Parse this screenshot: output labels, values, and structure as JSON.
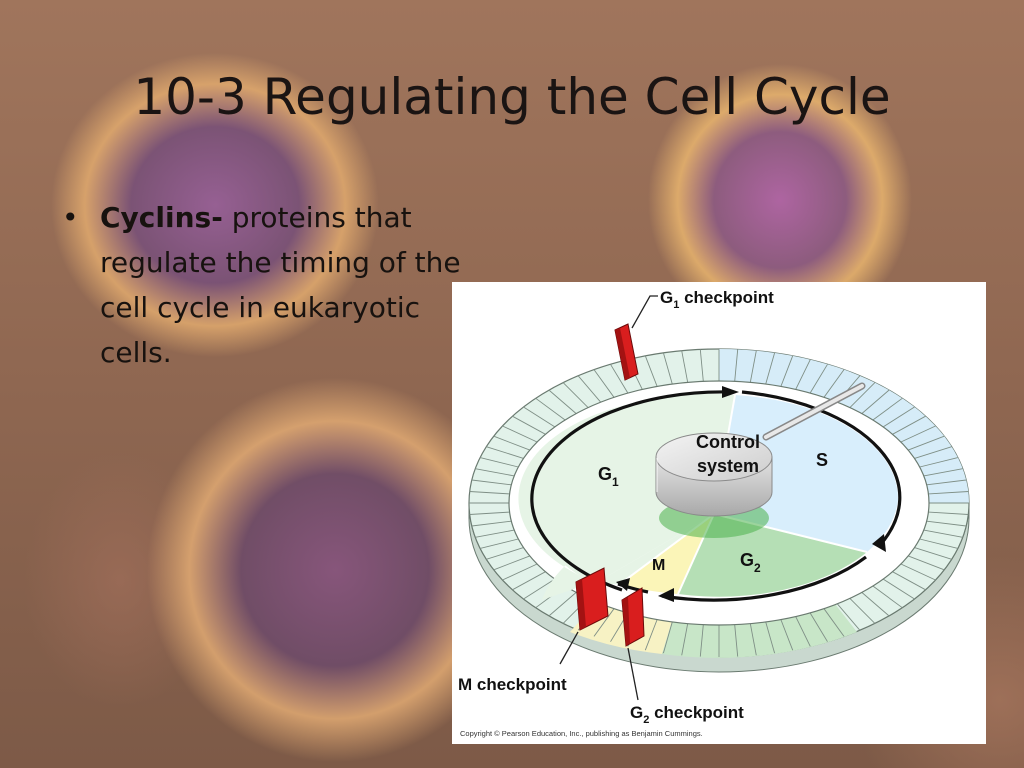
{
  "slide": {
    "title": "10-3 Regulating the Cell Cycle",
    "bullet": {
      "marker": "•",
      "term": "Cyclins-",
      "definition": " proteins that regulate the timing of the cell cycle in eukaryotic cells."
    }
  },
  "diagram": {
    "checkpoints": {
      "g1": {
        "letter": "G",
        "sub": "1",
        "word": " checkpoint"
      },
      "m": {
        "text": "M checkpoint"
      },
      "g2": {
        "letter": "G",
        "sub": "2",
        "word": " checkpoint"
      }
    },
    "control_system": {
      "line1": "Control",
      "line2": "system"
    },
    "phases": {
      "g1": {
        "letter": "G",
        "sub": "1"
      },
      "s": {
        "text": "S"
      },
      "g2": {
        "letter": "G",
        "sub": "2"
      },
      "m": {
        "text": "M"
      }
    },
    "copyright": "Copyright © Pearson Education, Inc., publishing as Benjamin Cummings.",
    "colors": {
      "g1_phase": "#e6f4e6",
      "s_phase": "#d8eefc",
      "g2_phase": "#b5dfb5",
      "m_phase": "#fbf5b8",
      "checkpoint": "#d91e1e",
      "arrow": "#111111"
    }
  }
}
